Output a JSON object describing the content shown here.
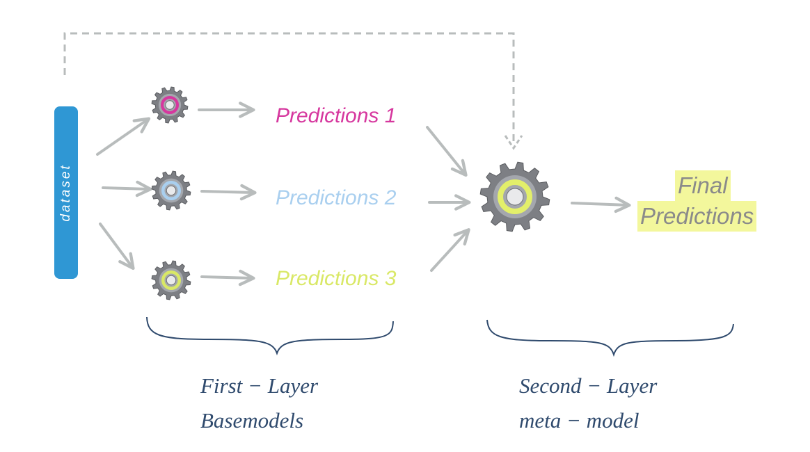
{
  "dataset_label": "dataset",
  "predictions": [
    {
      "label": "Predictions 1",
      "color": "#d6379e"
    },
    {
      "label": "Predictions 2",
      "color": "#a9cfef"
    },
    {
      "label": "Predictions 3",
      "color": "#d9e866"
    }
  ],
  "final": {
    "line1": "Final",
    "line2": "Predictions",
    "highlight": "#f3f79c"
  },
  "first_layer": {
    "line1": "First − Layer",
    "line2": "Basemodels"
  },
  "second_layer": {
    "line1": "Second − Layer",
    "line2": "meta − model"
  },
  "colors": {
    "arrow": "#b8bcbc",
    "brace": "#2f4a6d",
    "dataset": "#2f97d4",
    "gear": "#7d7f84"
  }
}
